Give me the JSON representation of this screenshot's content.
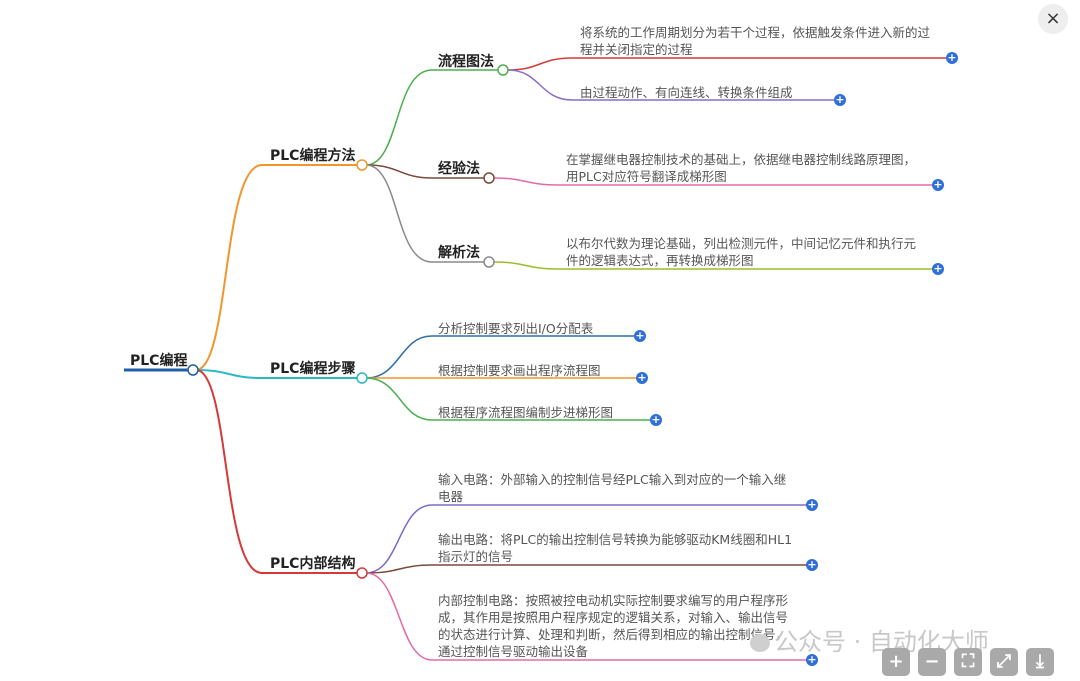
{
  "close_icon": "×",
  "root": "PLC编程",
  "branches": [
    {
      "label": "PLC编程方法",
      "children": [
        {
          "label": "流程图法",
          "leaves": [
            "将系统的工作周期划分为若干个过程，依据触发条件进入新的过程并关闭指定的过程",
            "由过程动作、有向连线、转换条件组成"
          ]
        },
        {
          "label": "经验法",
          "leaves": [
            "在掌握继电器控制技术的基础上，依据继电器控制线路原理图，用PLC对应符号翻译成梯形图"
          ]
        },
        {
          "label": "解析法",
          "leaves": [
            "以布尔代数为理论基础，列出检测元件，中间记忆元件和执行元件的逻辑表达式，再转换成梯形图"
          ]
        }
      ]
    },
    {
      "label": "PLC编程步骤",
      "leaves": [
        "分析控制要求列出I/O分配表",
        "根据控制要求画出程序流程图",
        "根据程序流程图编制步进梯形图"
      ]
    },
    {
      "label": "PLC内部结构",
      "leaves": [
        "输入电路：外部输入的控制信号经PLC输入到对应的一个输入继电器",
        "输出电路：将PLC的输出控制信号转换为能够驱动KM线圈和HL1指示灯的信号",
        "内部控制电路：按照被控电动机实际控制要求编写的用户程序形成，其作用是按照用户程序规定的逻辑关系，对输入、输出信号的状态进行计算、处理和判断，然后得到相应的输出控制信号，通过控制信号驱动输出设备"
      ]
    }
  ],
  "watermark": "公众号 · 自动化大师",
  "toolbar": {
    "zoom_in": "+",
    "zoom_out": "−",
    "fit": "⛶",
    "fullscreen": "⤢",
    "download": "⤓"
  }
}
